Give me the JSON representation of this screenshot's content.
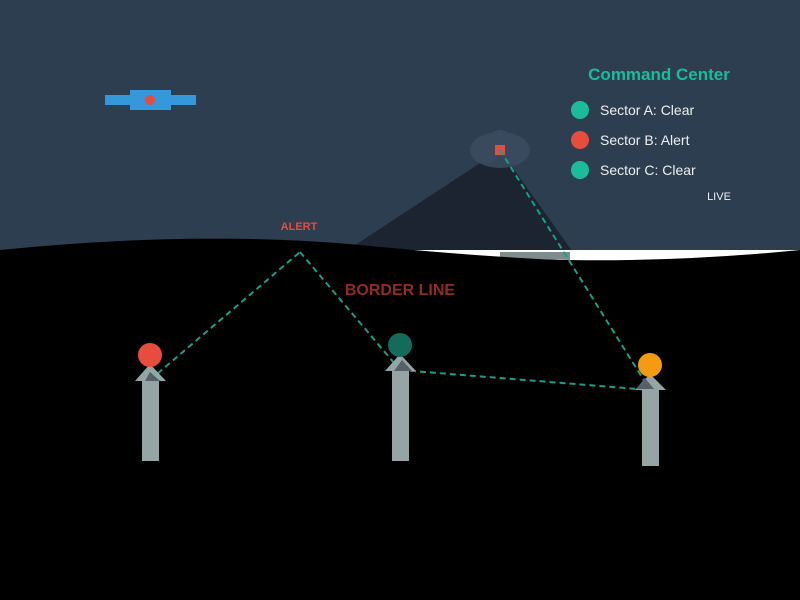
{
  "colors": {
    "sky": "#2c3e50",
    "ground": "#000000",
    "mountain": "#1c2331",
    "accent": "#1abc9c",
    "alert": "#e74c3c",
    "warning": "#f39c12",
    "link": "#16a085",
    "tower": "#95a5a6",
    "dark_teal": "#136b5b",
    "satellite": "#3498db",
    "glow": "#3a4a5e"
  },
  "panel": {
    "title": "Command Center",
    "sectors": [
      {
        "label": "Sector A: Clear",
        "status": "clear"
      },
      {
        "label": "Sector B: Alert",
        "status": "alert"
      },
      {
        "label": "Sector C: Clear",
        "status": "clear"
      }
    ],
    "live_label": "LIVE"
  },
  "map": {
    "alert_label": "ALERT",
    "border_label": "BORDER LINE"
  },
  "towers": [
    {
      "name": "tower-left",
      "beacon": "alert"
    },
    {
      "name": "tower-center",
      "beacon": "dark_teal"
    },
    {
      "name": "tower-right",
      "beacon": "warning"
    }
  ],
  "icons": [
    "satellite-icon",
    "radar-cloud-icon",
    "beacon-icon"
  ]
}
